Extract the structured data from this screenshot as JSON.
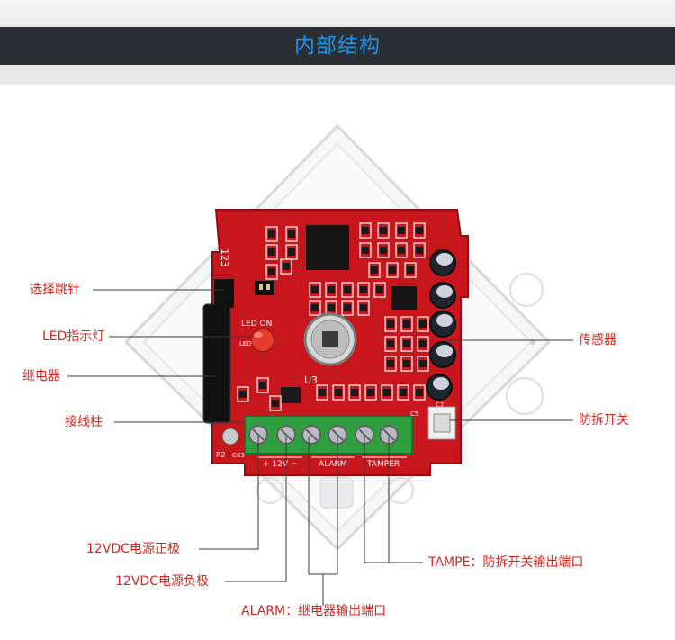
{
  "title": "内部结构",
  "board": {
    "silk_top_left": "123",
    "silk_led": "LED ON",
    "silk_led_small": "LED",
    "silk_u3": "U3",
    "silk_r2": "R2",
    "silk_c03": "C03",
    "silk_c5": "C5",
    "silk_c7": "C7",
    "term_12v": "+ 12V −",
    "term_alarm": "ALARM",
    "term_tamper": "TAMPER"
  },
  "labels": {
    "jumper": "选择跳针",
    "led": "LED指示灯",
    "relay": "继电器",
    "terminal": "接线柱",
    "sensor": "传感器",
    "tamper_switch": "防拆开关",
    "v12_pos": "12VDC电源正极",
    "v12_neg": "12VDC电源负极",
    "tampe_port": "TAMPE：防拆开关输出端口",
    "alarm_port": "ALARM：继电器输出端口"
  },
  "colors": {
    "title": "#1f93e6",
    "label": "#d9251c",
    "pcb": "#c8161d",
    "terminal": "#2e9e3e"
  }
}
